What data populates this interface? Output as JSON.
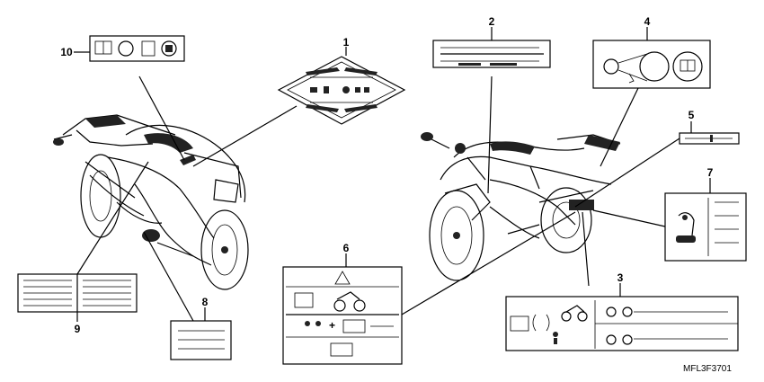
{
  "callouts": [
    "1",
    "2",
    "3",
    "4",
    "5",
    "6",
    "7",
    "8",
    "9",
    "10"
  ],
  "diagram_code": "MFL3F3701"
}
